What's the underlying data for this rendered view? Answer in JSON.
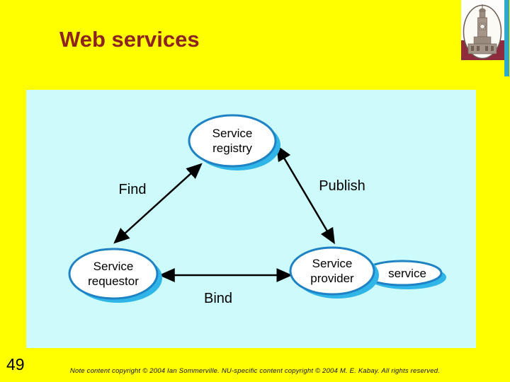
{
  "slide": {
    "title": "Web services",
    "page_number": "49",
    "footer": "Note content copyright © 2004 Ian Sommerville. NU-specific content copyright © 2004 M. E. Kabay.  All rights reserved."
  },
  "diagram": {
    "nodes": {
      "registry": {
        "line1": "Service",
        "line2": "registry"
      },
      "requestor": {
        "line1": "Service",
        "line2": "requestor"
      },
      "provider": {
        "line1": "Service",
        "line2": "provider"
      },
      "service": {
        "label": "service"
      }
    },
    "edges": {
      "find": {
        "label": "Find"
      },
      "publish": {
        "label": "Publish"
      },
      "bind": {
        "label": "Bind"
      }
    }
  },
  "colors": {
    "background": "#FFFF00",
    "panel": "#CDFAFA",
    "title_text": "#8C231E",
    "node_border": "#1E82C4",
    "node_shadow": "#2FB5E8",
    "logo_maroon": "#8E2B3C",
    "logo_stripe": "#2FA8CE"
  }
}
